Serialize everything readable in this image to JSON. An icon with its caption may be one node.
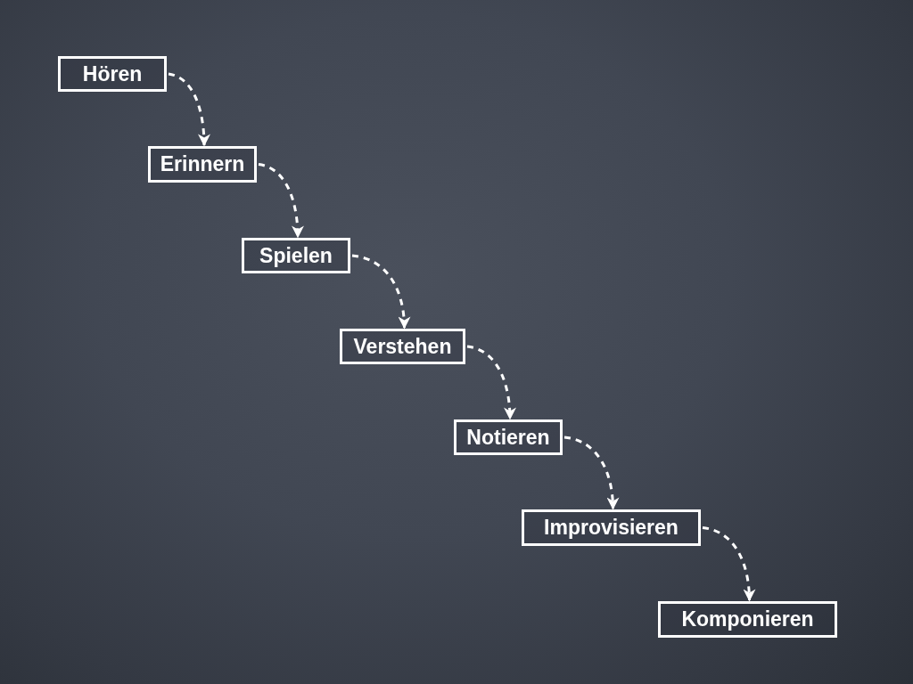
{
  "diagram": {
    "nodes": [
      {
        "text": [
          "Hören"
        ]
      },
      {
        "text": [
          "Erinnern"
        ]
      },
      {
        "text": [
          "Spielen"
        ]
      },
      {
        "text": [
          "Verstehen"
        ]
      },
      {
        "text": [
          "Notieren"
        ]
      },
      {
        "text": [
          "Improvisieren"
        ]
      },
      {
        "text": [
          "Komponieren"
        ]
      }
    ],
    "edges": [
      {
        "from": 0,
        "to": 1,
        "arrow": "to",
        "style": "dashed"
      },
      {
        "from": 1,
        "to": 2,
        "arrow": "to",
        "style": "dashed"
      },
      {
        "from": 2,
        "to": 3,
        "arrow": "to",
        "style": "dashed"
      },
      {
        "from": 3,
        "to": 4,
        "arrow": "to",
        "style": "dashed"
      },
      {
        "from": 4,
        "to": 5,
        "arrow": "to",
        "style": "dashed"
      },
      {
        "from": 5,
        "to": 6,
        "arrow": "to",
        "style": "dashed"
      }
    ]
  }
}
